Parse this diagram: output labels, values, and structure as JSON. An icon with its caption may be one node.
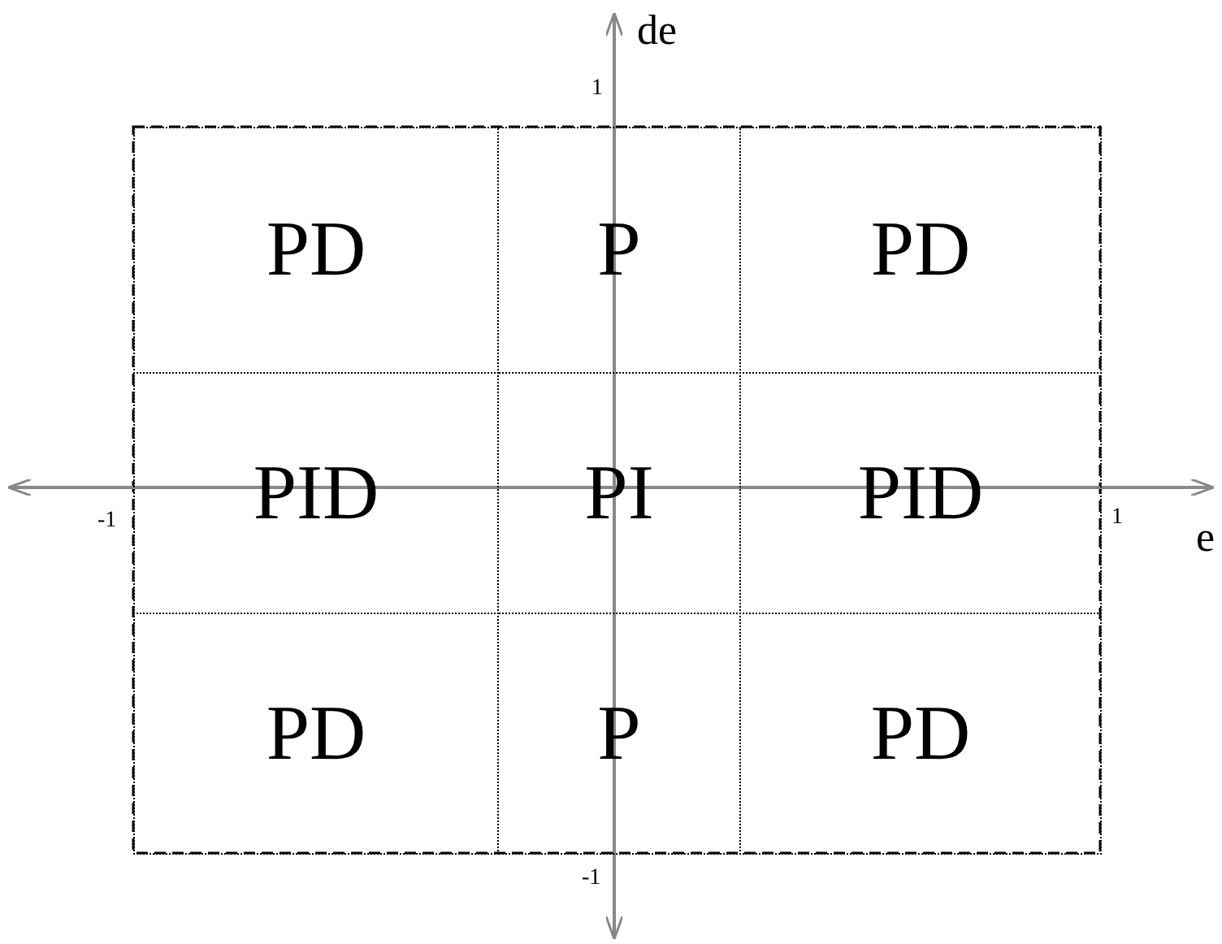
{
  "diagram": {
    "nodes": [
      {
        "text": [
          "PD"
        ]
      },
      {
        "text": [
          "P"
        ]
      },
      {
        "text": [
          "PD"
        ]
      },
      {
        "text": [
          "PID"
        ]
      },
      {
        "text": [
          "PI"
        ]
      },
      {
        "text": [
          "PID"
        ]
      },
      {
        "text": [
          "PD"
        ]
      },
      {
        "text": [
          "P"
        ]
      },
      {
        "text": [
          "PD"
        ]
      }
    ],
    "edges": [],
    "labels": [
      "de",
      "1",
      "-1",
      "1",
      "e",
      "-1"
    ]
  }
}
